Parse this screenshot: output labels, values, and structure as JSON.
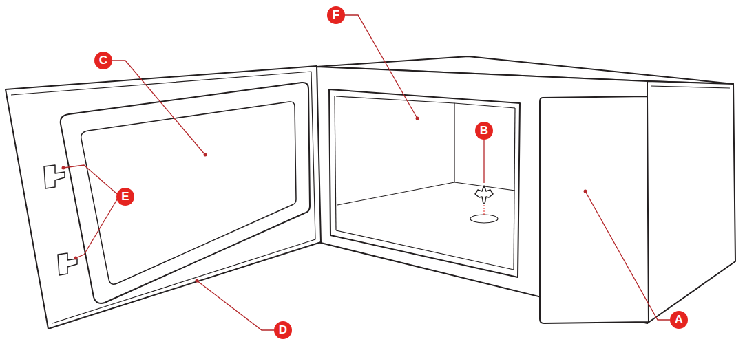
{
  "diagram": {
    "labels": [
      "F",
      "C",
      "B",
      "E",
      "A",
      "D"
    ]
  }
}
